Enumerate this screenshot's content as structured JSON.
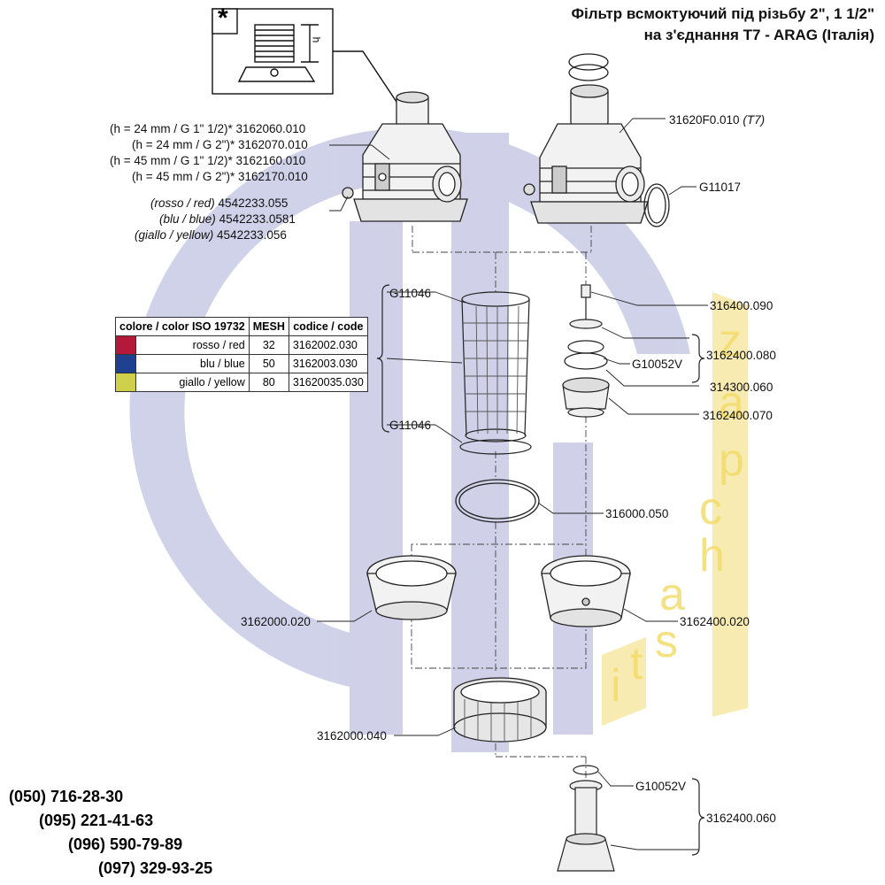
{
  "title": {
    "line1": "Фільтр всмоктуючий під різьбу 2\", 1 1/2\"",
    "line2": "на з'єднання T7 - ARAG (Італія)"
  },
  "inset": {
    "marker": "*",
    "dim": "h"
  },
  "body_variants": [
    {
      "desc": "(h = 24 mm / G 1\" 1/2)*",
      "code": "3162060.010"
    },
    {
      "desc": "(h = 24 mm / G 2\")*",
      "code": "3162070.010"
    },
    {
      "desc": "(h = 45 mm / G 1\" 1/2)*",
      "code": "3162160.010"
    },
    {
      "desc": "(h = 45 mm / G 2\")*",
      "code": "3162170.010"
    }
  ],
  "caps": [
    {
      "desc": "(rosso / red)",
      "code": "4542233.055"
    },
    {
      "desc": "(blu / blue)",
      "code": "4542233.0581"
    },
    {
      "desc": "(giallo / yellow)",
      "code": "4542233.056"
    }
  ],
  "labels": {
    "t7_code": "31620F0.010",
    "t7_suffix": "(T7)",
    "g11017": "G11017",
    "g11046_top": "G11046",
    "g11046_bottom": "G11046",
    "p316400_090": "316400.090",
    "g10052v_mid": "G10052V",
    "p3162400_080": "3162400.080",
    "p314300_060": "314300.060",
    "p3162400_070": "3162400.070",
    "p316000_050": "316000.050",
    "p3162000_020": "3162000.020",
    "p3162400_020": "3162400.020",
    "p3162000_040": "3162000.040",
    "g10052v_bottom": "G10052V",
    "p3162400_060": "3162400.060"
  },
  "legend_table": {
    "headers": [
      "colore / color ISO 19732",
      "MESH",
      "codice / code"
    ],
    "rows": [
      {
        "color": "#b5193a",
        "name": "rosso / red",
        "mesh": "32",
        "code": "3162002.030"
      },
      {
        "color": "#1f3f8f",
        "name": "blu / blue",
        "mesh": "50",
        "code": "3162003.030"
      },
      {
        "color": "#cfd04a",
        "name": "giallo / yellow",
        "mesh": "80",
        "code": "31620035.030"
      }
    ]
  },
  "phones": [
    "(050) 716-28-30",
    "(095) 221-41-63",
    "(096) 590-79-89",
    "(097) 329-93-25"
  ],
  "watermark": {
    "letters": [
      "z",
      "a",
      "p",
      "c",
      "h",
      "a",
      "s",
      "t",
      "i"
    ],
    "logo_color": "#c8cae6",
    "letter_color": "#f3dc6c"
  }
}
